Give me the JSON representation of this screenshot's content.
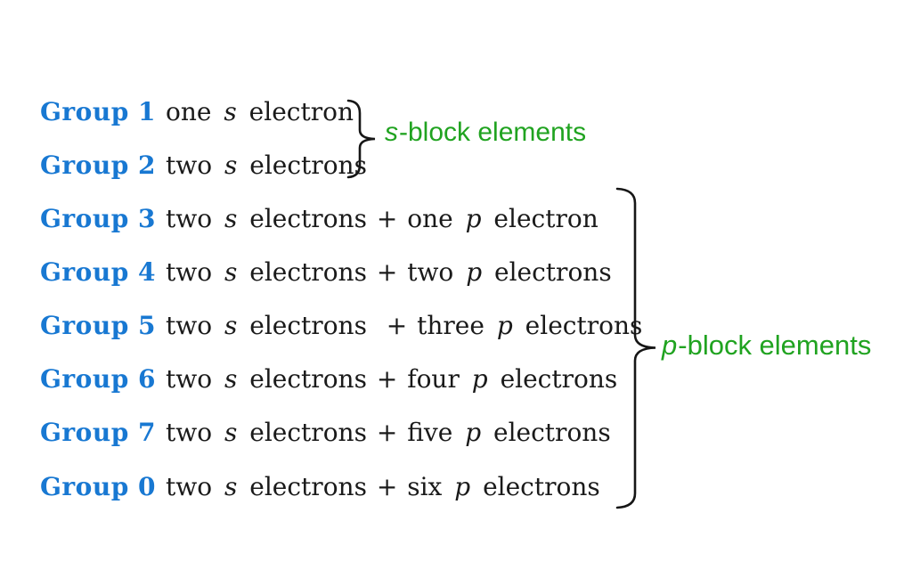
{
  "colors": {
    "group_blue": "#1878d2",
    "label_green": "#20a320",
    "text_black": "#1a1a1a",
    "page_bg": "#ffffff"
  },
  "rows": [
    {
      "group": "Group 1",
      "desc": "one *s* electron"
    },
    {
      "group": "Group 2",
      "desc": "two *s* electrons"
    },
    {
      "group": "Group 3",
      "desc": "two *s* electrons + one *p* electron"
    },
    {
      "group": "Group 4",
      "desc": "two *s* electrons + two *p* electrons"
    },
    {
      "group": "Group 5",
      "desc": "two *s* electrons  + three *p* electrons"
    },
    {
      "group": "Group 6",
      "desc": "two *s* electrons + four *p* electrons"
    },
    {
      "group": "Group 7",
      "desc": "two *s* electrons + five *p* electrons"
    },
    {
      "group": "Group 0",
      "desc": "two *s* electrons + six *p* electrons"
    }
  ],
  "labels": {
    "s_block": "*s*-block elements",
    "p_block": "*p*-block elements"
  }
}
